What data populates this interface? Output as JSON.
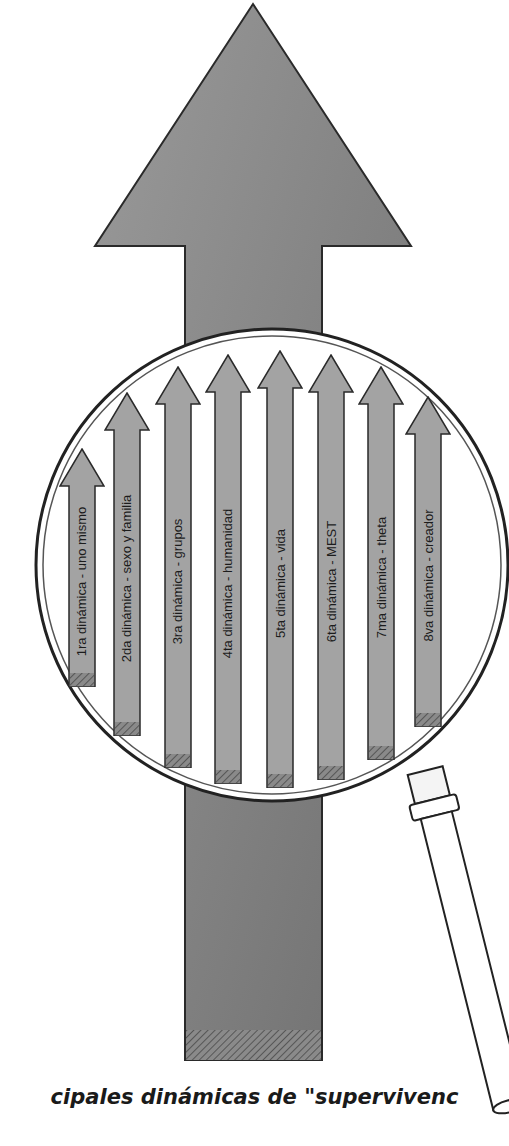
{
  "diagram": {
    "caption": "cipales dinámicas de \"supervivenc",
    "nodes": [
      {
        "text": [
          "1ra dinámica - uno mismo"
        ]
      },
      {
        "text": [
          "2da dinámica - sexo y familia"
        ]
      },
      {
        "text": [
          "3ra dinámica - grupos"
        ]
      },
      {
        "text": [
          "4ta dinámica - humanidad"
        ]
      },
      {
        "text": [
          "5ta dinámica - vida"
        ]
      },
      {
        "text": [
          "6ta dinámica - MEST"
        ]
      },
      {
        "text": [
          "7ma dinámica - theta"
        ]
      },
      {
        "text": [
          "8va dinámica - creador"
        ]
      }
    ]
  }
}
